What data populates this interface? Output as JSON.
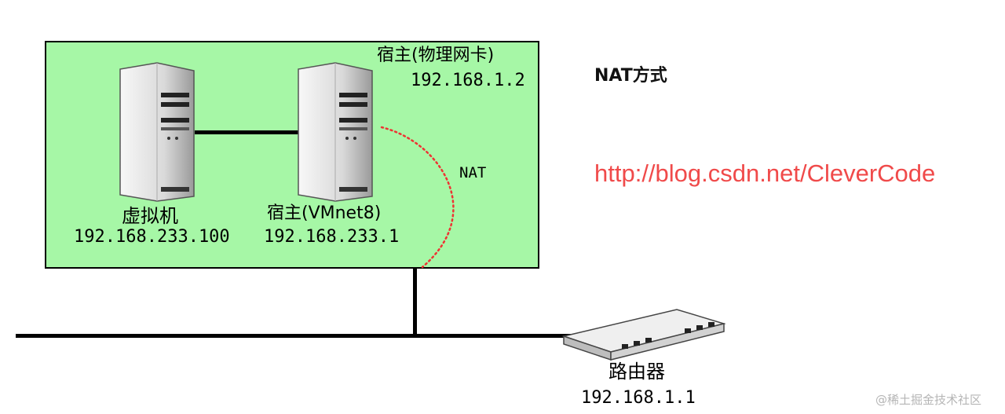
{
  "diagram": {
    "mode_title": "NAT方式",
    "source_url": "http://blog.csdn.net/CleverCode",
    "watermark": "@稀土掘金技术社区",
    "host_physical": {
      "title": "宿主(物理网卡)",
      "ip": "192.168.1.2"
    },
    "virtual_machine": {
      "name": "虚拟机",
      "ip": "192.168.233.100"
    },
    "host_vmnet": {
      "title": "宿主(VMnet8)",
      "ip": "192.168.233.1"
    },
    "nat_label": "NAT",
    "router": {
      "name": "路由器",
      "ip": "192.168.1.1"
    },
    "colors": {
      "host_area": "#a6f7a6",
      "nat_path": "#ee3333",
      "url_text": "#f04a4a"
    },
    "icons": [
      "server-icon",
      "server-icon",
      "router-icon"
    ]
  }
}
